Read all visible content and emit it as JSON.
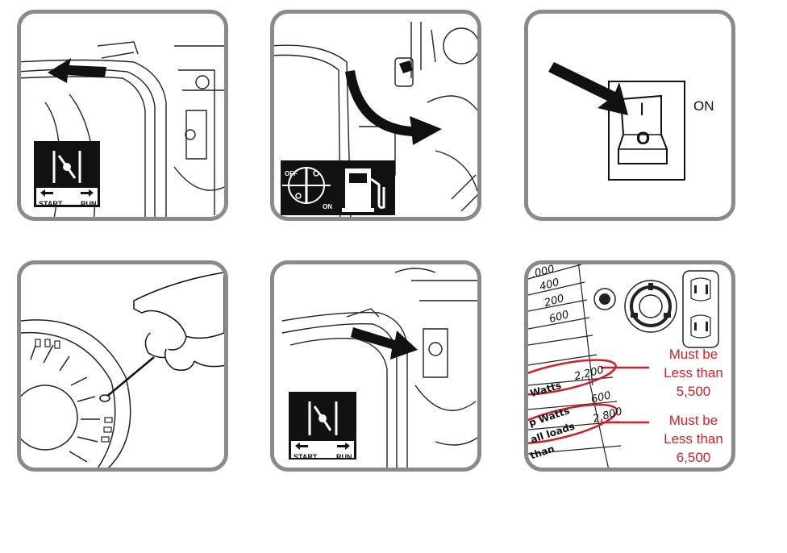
{
  "panels": {
    "choke_close": {
      "badge": {
        "start": "START",
        "run": "RUN"
      }
    },
    "fuel_valve": {
      "badge": {
        "off": "OFF",
        "on": "ON"
      }
    },
    "switch": {
      "on_label": "ON",
      "upper_symbol": "I",
      "lower_symbol": "O"
    },
    "choke_open": {
      "badge": {
        "start": "START",
        "run": "RUN"
      }
    },
    "load_chart": {
      "table_values": [
        ".000",
        "400",
        "200",
        "600"
      ],
      "running_watts_label": "Watts",
      "running_watts_total": "2,200",
      "startup_value": "600",
      "startup_watts_label": "p Watts",
      "all_loads_label": "all loads",
      "than_label": "than",
      "all_loads_total": "2,800",
      "note_1": {
        "line1": "Must be",
        "line2": "Less than",
        "line3": "5,500"
      },
      "note_2": {
        "line1": "Must be",
        "line2": "Less than",
        "line3": "6,500"
      }
    }
  },
  "colors": {
    "border": "#8a8a8a",
    "annotation_red": "#d0202a",
    "ink": "#111111"
  }
}
